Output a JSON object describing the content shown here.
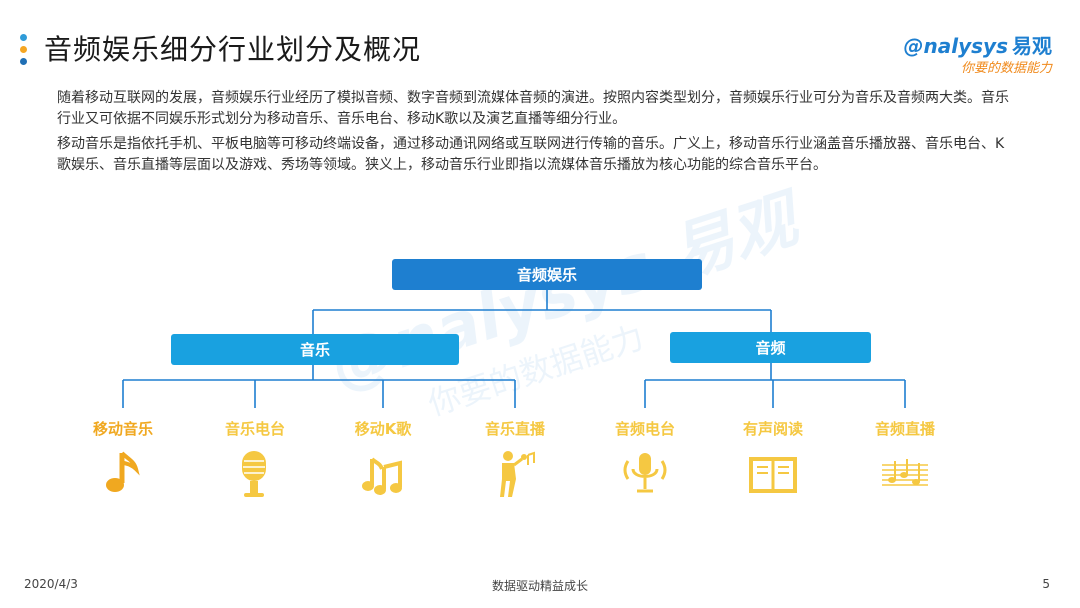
{
  "header": {
    "title": "音频娱乐细分行业划分及概况"
  },
  "logo": {
    "brand": "nalysys",
    "brand_initial": "@",
    "brand_cn": "易观",
    "slogan": "你要的数据能力"
  },
  "intro": [
    "随着移动互联网的发展，音频娱乐行业经历了模拟音频、数字音频到流媒体音频的演进。按照内容类型划分，音频娱乐行业可分为音乐及音频两大类。音乐行业又可依据不同娱乐形式划分为移动音乐、音乐电台、移动K歌以及演艺直播等细分行业。",
    "移动音乐是指依托手机、平板电脑等可移动终端设备，通过移动通讯网络或互联网进行传输的音乐。广义上，移动音乐行业涵盖音乐播放器、音乐电台、K歌娱乐、音乐直播等层面以及游戏、秀场等领域。狭义上，移动音乐行业即指以流媒体音乐播放为核心功能的综合音乐平台。"
  ],
  "tree": {
    "root": "音频娱乐",
    "music": "音乐",
    "audio": "音频",
    "music_leaves": [
      "移动音乐",
      "音乐电台",
      "移动K歌",
      "音乐直播"
    ],
    "audio_leaves": [
      "音频电台",
      "有声阅读",
      "音频直播"
    ]
  },
  "icons": {
    "music_leaves": [
      "music-note-icon",
      "retro-microphone-icon",
      "double-note-icon",
      "singer-icon"
    ],
    "audio_leaves": [
      "broadcast-mic-icon",
      "book-icon",
      "sheet-music-icon"
    ]
  },
  "colors": {
    "root": "#1e7fd0",
    "branch": "#19a1e0",
    "leaf_text": "#f5c842",
    "leaf_accent": "#f0a820",
    "line": "#1e7fd0"
  },
  "footer": {
    "date": "2020/4/3",
    "slogan": "数据驱动精益成长",
    "page": "5"
  }
}
